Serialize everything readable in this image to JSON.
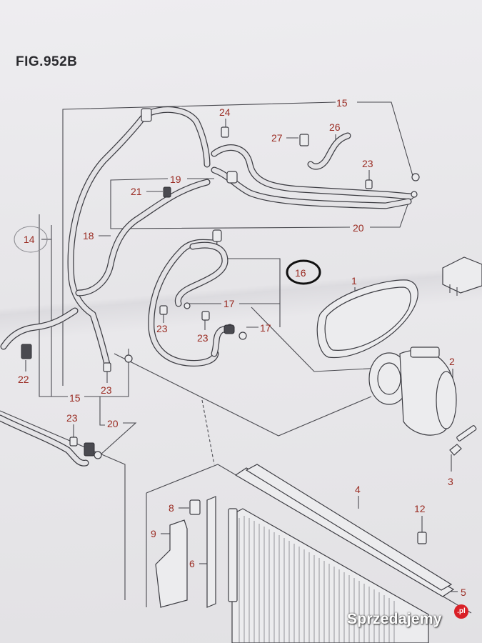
{
  "figure": {
    "title": "FIG.952B"
  },
  "callouts": {
    "c15a": "15",
    "c24": "24",
    "c27": "27",
    "c26": "26",
    "c23a": "23",
    "c19": "19",
    "c21": "21",
    "c14": "14",
    "c18": "18",
    "c20a": "20",
    "c16": "16",
    "c1": "1",
    "c17a": "17",
    "c23b": "23",
    "c23c": "23",
    "c17b": "17",
    "c2": "2",
    "c22": "22",
    "c23d": "23",
    "c15b": "15",
    "c23e": "23",
    "c20b": "20",
    "c3": "3",
    "c4": "4",
    "c8": "8",
    "c12": "12",
    "c9": "9",
    "c6": "6",
    "c5": "5"
  },
  "watermark": {
    "text": "Sprzedajemy",
    "badge": ".pl"
  },
  "colors": {
    "callout": "#9a2b22",
    "ink": "#3c3c42",
    "paper": "#e9e8ea",
    "highlight_circle": "#111111"
  }
}
